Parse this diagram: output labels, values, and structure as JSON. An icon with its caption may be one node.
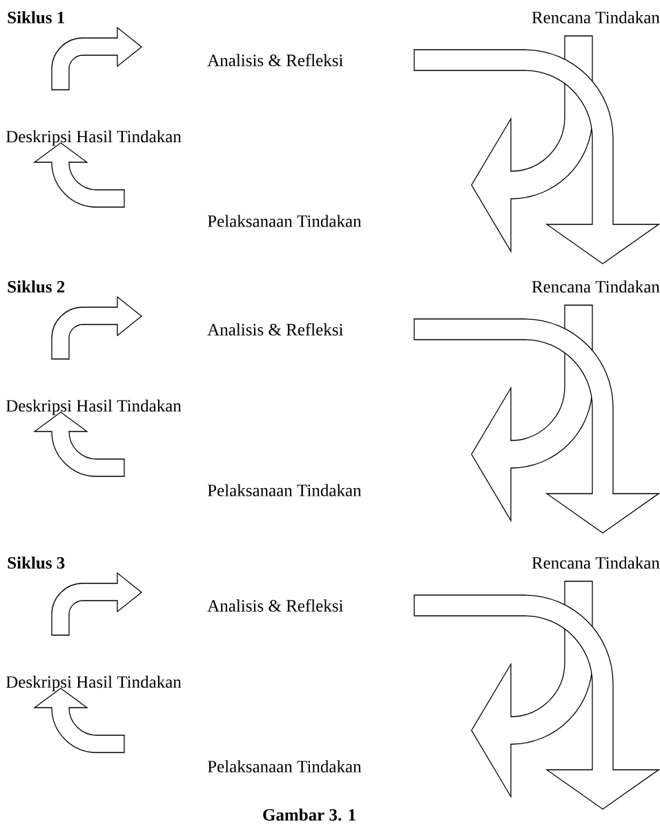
{
  "diagram": {
    "caption": "Gambar 3. 1",
    "labels": [
      "Siklus 1",
      "Rencana Tindakan",
      "Analisis & Refleksi",
      "Deskripsi Hasil Tindakan",
      "Pelaksanaan Tindakan",
      "Siklus 2",
      "Rencana Tindakan",
      "Analisis & Refleksi",
      "Deskripsi Hasil Tindakan",
      "Pelaksanaan Tindakan",
      "Siklus 3",
      "Rencana Tindakan",
      "Analisis & Refleksi",
      "Deskripsi Hasil Tindakan",
      "Pelaksanaan Tindakan"
    ]
  }
}
